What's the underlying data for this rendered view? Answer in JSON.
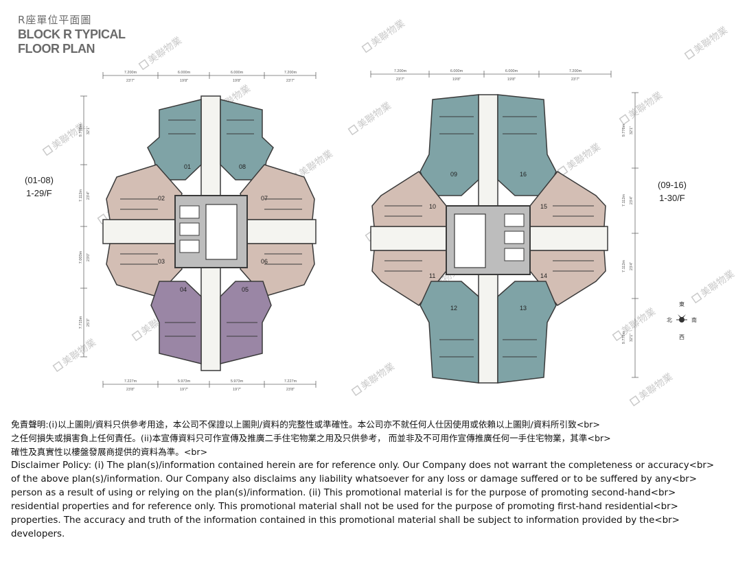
{
  "title": {
    "zh": "R座單位平面圖",
    "en_line1": "BLOCK R TYPICAL",
    "en_line2": "FLOOR PLAN"
  },
  "watermark": "美聯物業",
  "compass": {
    "east": "東",
    "west": "西",
    "north": "北",
    "south": "南"
  },
  "plans": [
    {
      "units_label": "(01-08)",
      "floors_label": "1-29/F",
      "units": [
        "01",
        "02",
        "03",
        "04",
        "05",
        "06",
        "07",
        "08"
      ],
      "dims_top": [
        [
          "7.200m",
          "23'7\""
        ],
        [
          "6.000m",
          "19'8\""
        ],
        [
          "6.000m",
          "19'8\""
        ],
        [
          "7.200m",
          "23'7\""
        ]
      ],
      "dims_bottom": [
        [
          "7.227m",
          "23'8\""
        ],
        [
          "5.973m",
          "19'7\""
        ],
        [
          "5.973m",
          "19'7\""
        ],
        [
          "7.227m",
          "23'8\""
        ]
      ],
      "dims_left": [
        [
          "9.778m",
          "32'1\""
        ],
        [
          "7.112m",
          "23'4\""
        ],
        [
          "7.003m",
          "23'0\""
        ],
        [
          "7.715m",
          "25'3\""
        ]
      ]
    },
    {
      "units_label": "(09-16)",
      "floors_label": "1-30/F",
      "units": [
        "09",
        "10",
        "11",
        "12",
        "13",
        "14",
        "15",
        "16"
      ],
      "dims_top": [
        [
          "7.200m",
          "23'7\""
        ],
        [
          "6.000m",
          "19'8\""
        ],
        [
          "6.000m",
          "19'8\""
        ],
        [
          "7.200m",
          "23'7\""
        ]
      ],
      "dims_right": [
        [
          "9.778m",
          "32'1\""
        ],
        [
          "7.112m",
          "23'4\""
        ],
        [
          "7.112m",
          "23'4\""
        ],
        [
          "9.778m",
          "32'1\""
        ]
      ]
    }
  ],
  "colors": {
    "teal": "#7fa3a6",
    "rose": "#d3beb4",
    "purple": "#9a86a5",
    "wall": "#3a3a3a",
    "core": "#bdbdbd",
    "watermark": "#c9c9c9"
  },
  "disclaimer": {
    "zh_line1": "免責聲明:(i)以上圖則/資料只供參考用途，本公司不保證以上圖則/資料的完整性或準確性。本公司亦不就任何人仕因使用或依賴以上圖則/資料所引致<br>",
    "zh_line2": "之任何損失或損害負上任何責任。(ii)本宣傳資料只可作宣傳及推廣二手住宅物業之用及只供參考， 而並非及不可用作宣傳推廣任何一手住宅物業，其準<br>",
    "zh_line3": "確性及真實性以樓盤發展商提供的資料為準。<br>",
    "en_line1": "Disclaimer Policy: (i) The plan(s)/information contained herein are for reference only. Our Company does not warrant the completeness or accuracy<br>",
    "en_line2": "of the above plan(s)/information. Our Company also disclaims any liability whatsoever for any loss or damage suffered or to be suffered by any<br>",
    "en_line3": "person as a result of using or relying on the plan(s)/information. (ii) This promotional material is for the purpose of promoting second-hand<br>",
    "en_line4": "residential properties and for reference only. This promotional material shall not be used for the purpose of promoting first-hand residential<br>",
    "en_line5": "properties. The accuracy and truth of the information contained in this promotional material shall be subject to information provided by the<br>",
    "en_line6": "developers."
  }
}
